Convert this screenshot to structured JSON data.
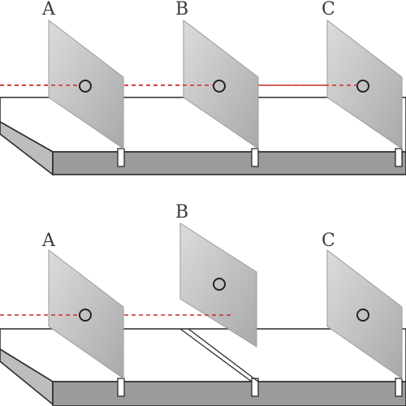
{
  "panels": [
    {
      "id": "aligned",
      "cards": [
        {
          "label": "A",
          "aligned": true
        },
        {
          "label": "B",
          "aligned": true
        },
        {
          "label": "C",
          "aligned": true
        }
      ]
    },
    {
      "id": "misaligned",
      "cards": [
        {
          "label": "A",
          "aligned": true
        },
        {
          "label": "B",
          "aligned": false
        },
        {
          "label": "C",
          "aligned": true
        }
      ]
    }
  ],
  "colors": {
    "beam": "#cc2a2a",
    "card": "#c8c8c8",
    "rail_front": "#9b9b9b"
  }
}
